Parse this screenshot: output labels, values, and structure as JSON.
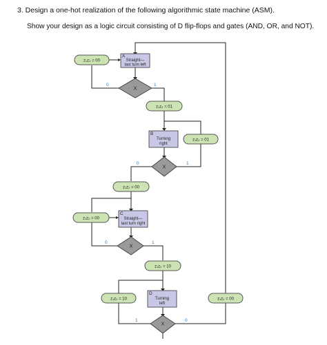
{
  "problem": {
    "line1": "3.  Design a one-hot realization of the following algorithmic state machine (ASM).",
    "line2": "Show your design as a logic circuit consisting of D flip-flops and gates (AND, OR, and NOT)."
  },
  "diagram": {
    "states": {
      "A": {
        "letter": "A",
        "line1": "Straight—",
        "line2": "last turn left"
      },
      "B": {
        "letter": "B",
        "line1": "Turning",
        "line2": "right"
      },
      "C": {
        "letter": "C",
        "line1": "Straight—",
        "line2": "last turn right"
      },
      "D": {
        "letter": "D",
        "line1": "Turning",
        "line2": "left"
      }
    },
    "decision_label": "X",
    "branch_0": "0",
    "branch_1": "1",
    "outputs": {
      "a_left": "z₁z₂ = 00",
      "a_after": "z₁z₂ = 01",
      "b_right": "z₁z₂ = 01",
      "b_after": "z₁z₂ = 00",
      "c_left": "z₁z₂ = 00",
      "c_after": "z₁z₂ = 10",
      "d_left": "z₁z₂ = 10",
      "d_right": "z₁z₂ = 00"
    },
    "colors": {
      "state_box": "#c8c8e6",
      "output_oval": "#cce3b3",
      "decision": "#9a9a9a",
      "branch_label": "#2a7ab8"
    }
  }
}
